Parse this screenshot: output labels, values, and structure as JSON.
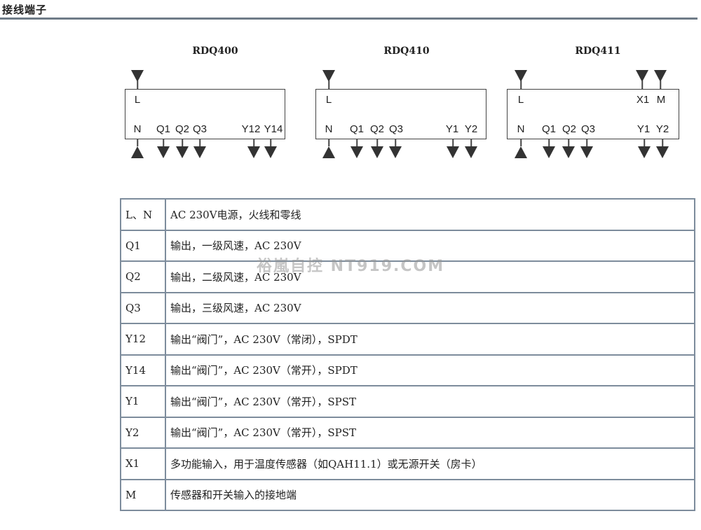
{
  "header": {
    "title": "接线端子"
  },
  "diagrams": [
    {
      "model": "RDQ400",
      "top_terminals": [
        "L"
      ],
      "bottom_terminals": [
        "N",
        "Q1",
        "Q2",
        "Q3",
        "Y12",
        "Y14"
      ]
    },
    {
      "model": "RDQ410",
      "top_terminals": [
        "L"
      ],
      "bottom_terminals": [
        "N",
        "Q1",
        "Q2",
        "Q3",
        "Y1",
        "Y2"
      ]
    },
    {
      "model": "RDQ411",
      "top_terminals": [
        "L",
        "X1",
        "M"
      ],
      "bottom_terminals": [
        "N",
        "Q1",
        "Q2",
        "Q3",
        "Y1",
        "Y2"
      ]
    }
  ],
  "terminal_table": {
    "rows": [
      {
        "code": "L、N",
        "description": "AC 230V电源，火线和零线"
      },
      {
        "code": "Q1",
        "description": "输出，一级风速，AC 230V"
      },
      {
        "code": "Q2",
        "description": "输出，二级风速，AC 230V"
      },
      {
        "code": "Q3",
        "description": "输出，三级风速，AC 230V"
      },
      {
        "code": "Y12",
        "description": "输出“阀门”，AC 230V（常闭），SPDT"
      },
      {
        "code": "Y14",
        "description": "输出“阀门”，AC 230V（常开），SPDT"
      },
      {
        "code": "Y1",
        "description": "输出“阀门”，AC 230V（常开），SPST"
      },
      {
        "code": "Y2",
        "description": "输出“阀门”，AC 230V（常开），SPST"
      },
      {
        "code": "X1",
        "description": "多功能输入，用于温度传感器（如QAH11.1）或无源开关（房卡）"
      },
      {
        "code": "M",
        "description": "传感器和开关输入的接地端"
      }
    ]
  },
  "watermark": {
    "text": "裕嵐自控 NT919.COM"
  },
  "colors": {
    "rule": "#6f7c88",
    "table_border": "#7d8c9c",
    "diagram_stroke": "#444444",
    "arrow_fill": "#333333"
  }
}
